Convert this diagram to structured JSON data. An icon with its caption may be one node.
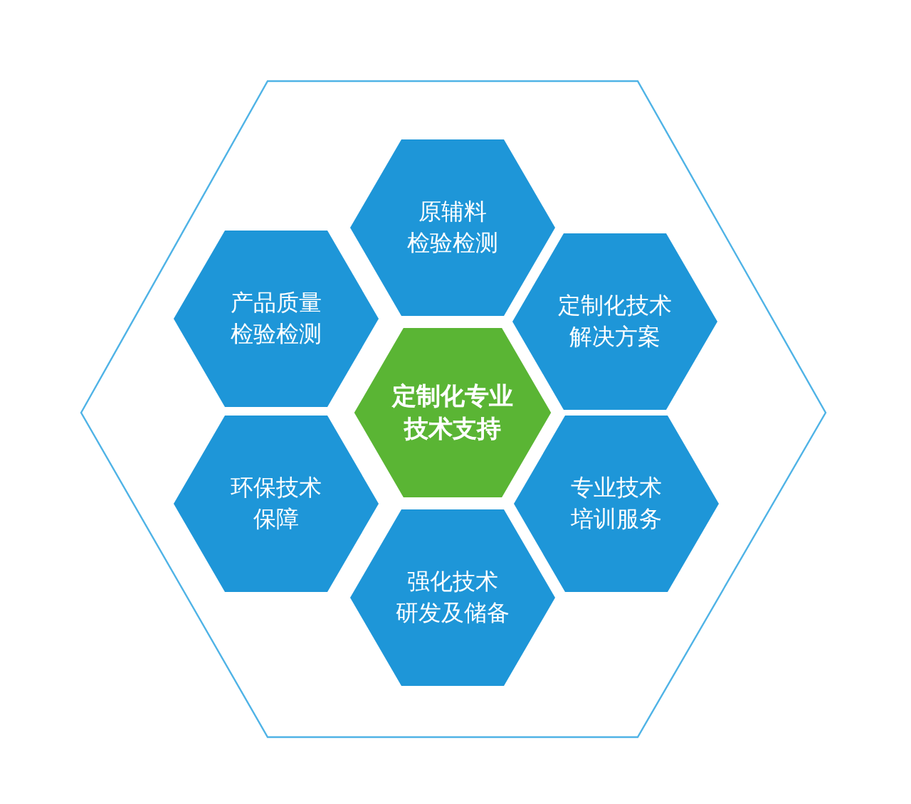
{
  "diagram": {
    "nodes": [
      {
        "text": [
          "原辅料检验检测"
        ]
      },
      {
        "text": [
          "产品质量检验检测"
        ]
      },
      {
        "text": [
          "定制化技术解决方案"
        ]
      },
      {
        "text": [
          "定制化专业技术支持"
        ]
      },
      {
        "text": [
          "环保技术保障"
        ]
      },
      {
        "text": [
          "专业技术培训服务"
        ]
      },
      {
        "text": [
          "强化技术研发及储备"
        ]
      }
    ]
  }
}
